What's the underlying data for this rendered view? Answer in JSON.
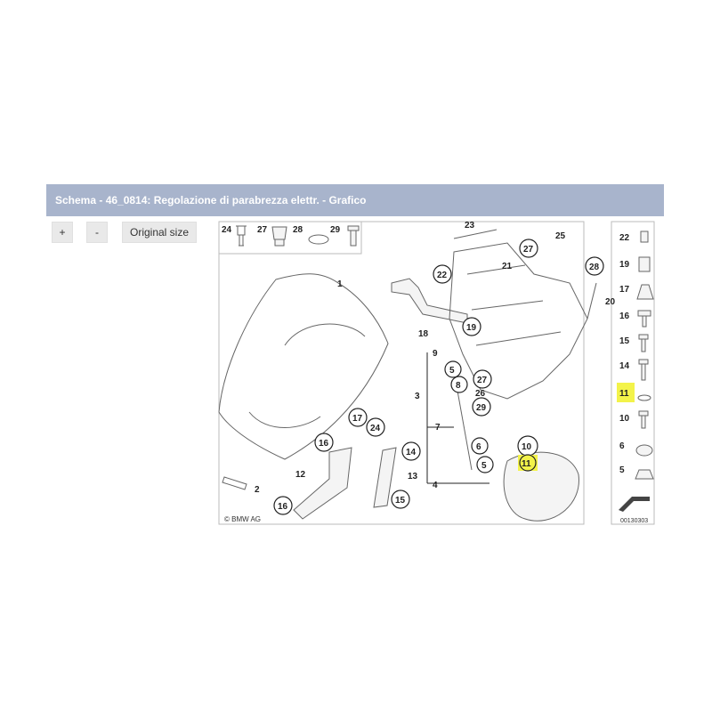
{
  "header": {
    "title": "Schema - 46_0814: Regolazione di parabrezza elettr. - Grafico"
  },
  "toolbar": {
    "zoom_in_label": "+",
    "zoom_out_label": "-",
    "original_size_label": "Original size"
  },
  "diagram": {
    "copyright": "© BMW AG",
    "drawing_number": "00130303",
    "top_parts": [
      "24",
      "27",
      "28",
      "29"
    ],
    "side_parts": [
      "22",
      "19",
      "17",
      "16",
      "15",
      "14",
      "11",
      "10",
      "6",
      "5"
    ],
    "callouts": [
      "1",
      "2",
      "3",
      "4",
      "5",
      "5",
      "6",
      "7",
      "8",
      "9",
      "10",
      "11",
      "12",
      "13",
      "14",
      "15",
      "16",
      "16",
      "17",
      "18",
      "19",
      "20",
      "21",
      "22",
      "23",
      "24",
      "25",
      "26",
      "27",
      "27",
      "28",
      "29"
    ],
    "highlight_color": "#f3f34a",
    "highlighted_part": "11"
  }
}
